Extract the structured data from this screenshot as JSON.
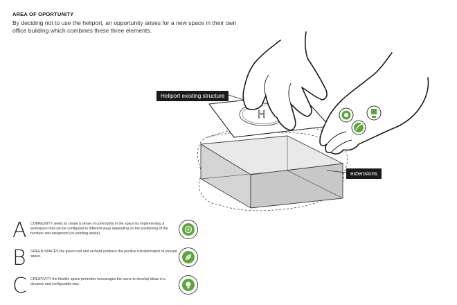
{
  "header": {
    "title": "Area of oportunity",
    "description": "By deciding not to use the heliport, an opportunity arises for a new space in their own office building which combines these three elements."
  },
  "callouts": {
    "heliport": "Heliport existing structure",
    "extensions": "extensions"
  },
  "legend": {
    "items": [
      {
        "letter": "A",
        "keyword": "Community",
        "text": " seeks to create a sense of community in the space by implementing a workspace that can be configured in different ways depending on the positioning of the furniture and equipment (co-working space).",
        "icon": "community-icon"
      },
      {
        "letter": "B",
        "keyword": "Green spaces",
        "text": " the green roof and orchard reinforce the positive transformation of unused space.",
        "icon": "leaf-icon"
      },
      {
        "letter": "C",
        "keyword": "Creativity",
        "text": " the flexible space promotes encourages the users to develop ideas in a dynamic and configurable way.",
        "icon": "lightbulb-icon"
      }
    ]
  },
  "colors": {
    "accent_green": "#5aa83a",
    "callout_bg": "#1a1a1a",
    "box_fill": "#dcdcdc"
  }
}
